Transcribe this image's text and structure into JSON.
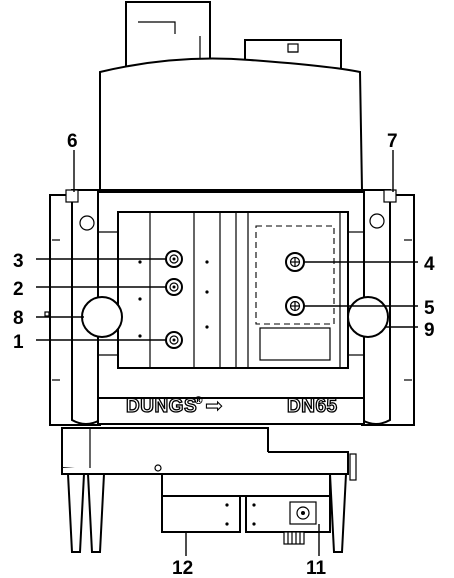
{
  "diagram": {
    "brand_text": "DUNGS",
    "registered_mark": "®",
    "arrow_glyph": "⇨",
    "model_text": "DN65",
    "callouts": [
      {
        "id": "1",
        "label": "1"
      },
      {
        "id": "2",
        "label": "2"
      },
      {
        "id": "3",
        "label": "3"
      },
      {
        "id": "4",
        "label": "4"
      },
      {
        "id": "5",
        "label": "5"
      },
      {
        "id": "6",
        "label": "6"
      },
      {
        "id": "7",
        "label": "7"
      },
      {
        "id": "8",
        "label": "8"
      },
      {
        "id": "9",
        "label": "9"
      },
      {
        "id": "11",
        "label": "11"
      },
      {
        "id": "12",
        "label": "12"
      }
    ]
  }
}
